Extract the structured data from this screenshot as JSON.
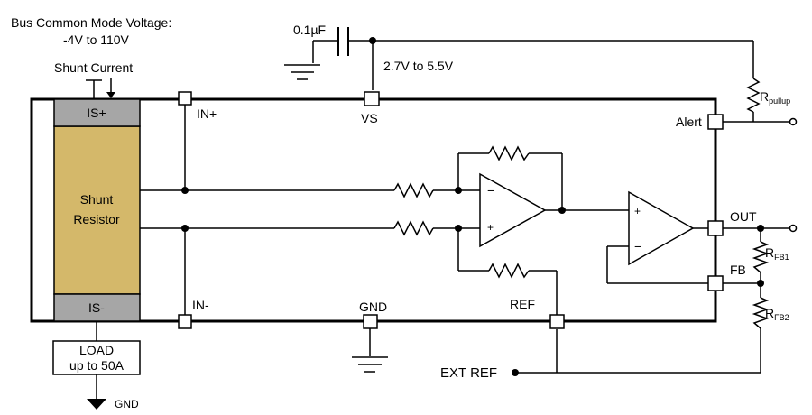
{
  "bus": {
    "line1": "Bus Common Mode Voltage:",
    "line2": "-4V to 110V"
  },
  "shunt_current_label": "Shunt Current",
  "capacitor_label": "0.1µF",
  "supply_range_label": "2.7V to 5.5V",
  "shunt": {
    "is_plus": "IS+",
    "line1": "Shunt",
    "line2": "Resistor",
    "is_minus": "IS-"
  },
  "pins": {
    "in_plus": "IN+",
    "in_minus": "IN-",
    "vs": "VS",
    "gnd": "GND",
    "alert": "Alert",
    "out": "OUT",
    "fb": "FB",
    "ref": "REF"
  },
  "rpullup": {
    "main": "R",
    "sub": "pullup"
  },
  "rfb1": {
    "main": "R",
    "sub": "FB1"
  },
  "rfb2": {
    "main": "R",
    "sub": "FB2"
  },
  "opamp": {
    "minus": "−",
    "plus": "+"
  },
  "load": {
    "line1": "LOAD",
    "line2": "up to 50A"
  },
  "ground_label": "GND",
  "ext_ref_label": "EXT REF",
  "colors": {
    "shunt_fill": "#d4b86a",
    "pad_fill": "#a6a6a6",
    "line": "#000000"
  }
}
